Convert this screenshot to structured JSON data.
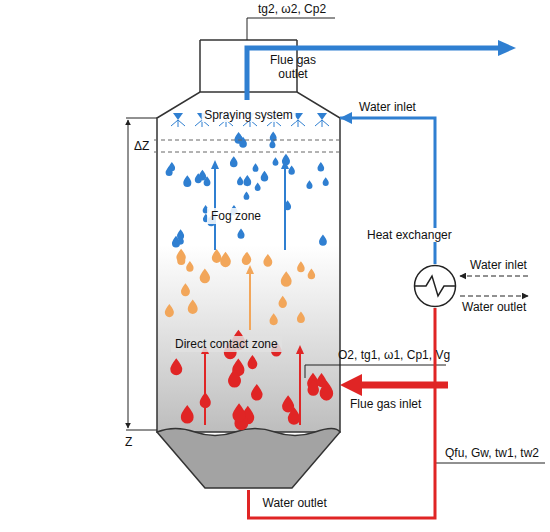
{
  "diagram": {
    "nodes": [
      {
        "text": [
          "Spraying system"
        ]
      },
      {
        "text": [
          "Fog zone"
        ],
        "in": 0
      },
      {
        "text": [
          "Direct contact zone"
        ],
        "in": 0
      },
      {
        "text": [
          "Heat exchanger"
        ]
      }
    ],
    "edges": [
      {
        "from": 3,
        "to": 0,
        "arrow": "to",
        "label": "Water inlet"
      },
      {
        "from": 0,
        "to": 3,
        "arrow": "none",
        "label": "Water outlet"
      }
    ],
    "labels": [
      "tg2, ω2, Cp2",
      "Flue gas outlet",
      "O2, tg1, ω1, Cp1, Vg",
      "Flue gas inlet",
      "Water inlet",
      "Water outlet",
      "Qfu, Gw, tw1, tw2",
      "ΔZ",
      "Z"
    ]
  }
}
